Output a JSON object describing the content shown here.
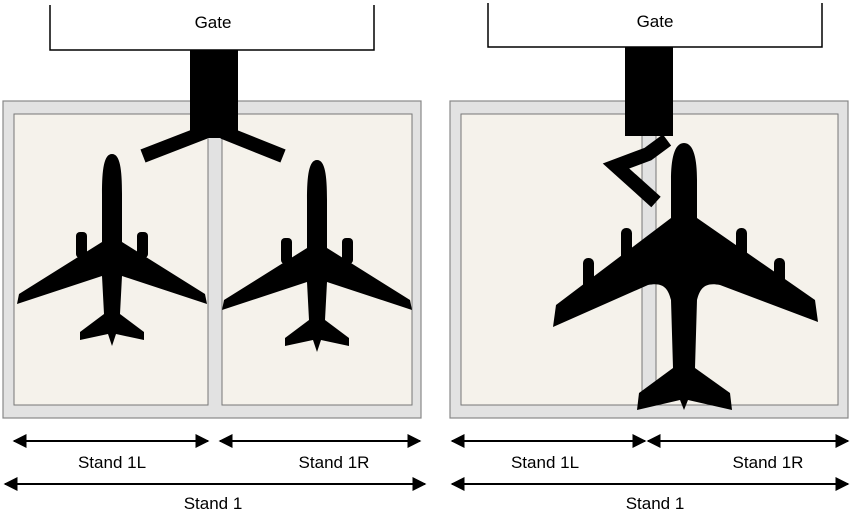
{
  "left_scenario": {
    "gate_label": "Gate",
    "stand_left_label": "Stand 1L",
    "stand_right_label": "Stand 1R",
    "stand_full_label": "Stand 1"
  },
  "right_scenario": {
    "gate_label": "Gate",
    "stand_left_label": "Stand 1L",
    "stand_right_label": "Stand 1R",
    "stand_full_label": "Stand 1"
  },
  "colors": {
    "apron": "#f5f2eb",
    "border": "#e2e2e2",
    "aircraft": "#000000"
  }
}
